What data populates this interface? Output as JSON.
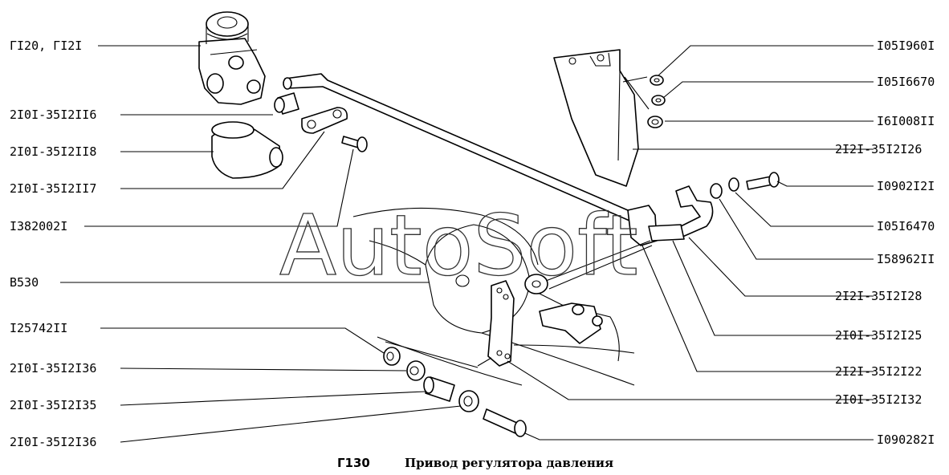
{
  "watermark": "AutoSoft",
  "caption": {
    "number": "Г130",
    "title": "Привод регулятора давления"
  },
  "labels": {
    "left": [
      "ГI20, ГI2I",
      "2I0I-35I2II6",
      "2I0I-35I2II8",
      "2I0I-35I2II7",
      "I382002I",
      "В530",
      "I25742II",
      "2I0I-35I2I36",
      "2I0I-35I2I35",
      "2I0I-35I2I36"
    ],
    "right": [
      "I05I960I",
      "I05I6670",
      "I6I008II",
      "2I2I-35I2I26",
      "I0902I2I",
      "I05I6470",
      "I58962II",
      "2I2I-35I2I28",
      "2I0I-35I2I25",
      "2I2I-35I2I22",
      "2I0I-35I2I32",
      "I090282I"
    ]
  }
}
